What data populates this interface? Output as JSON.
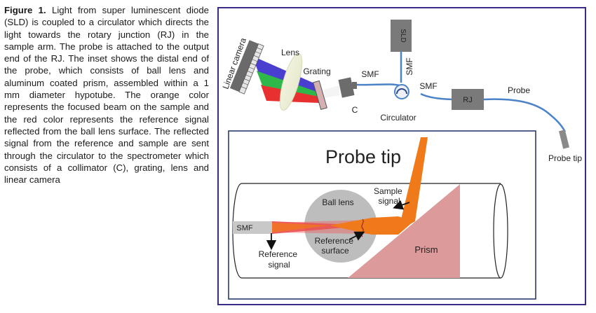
{
  "caption": {
    "label": "Figure 1.",
    "text": "Light from super luminescent diode (SLD) is coupled to a circulator which directs the light towards the rotary junction (RJ) in the sample arm. The probe is attached to the output end of the RJ. The inset shows the distal end of the probe, which consists of ball lens and aluminum coated prism, assembled within a 1 mm diameter hypotube. The orange color represents the focused beam on the sample and the red color represents the reference signal reflected from the ball lens surface. The reflected signal from the reference and sample are sent through the circulator to the spectrometer which consists of a collimator (C), grating, lens and linear camera"
  },
  "diagram": {
    "linear_camera": "Linear camera",
    "lens": "Lens",
    "grating": "Grating",
    "collimator": "C",
    "smf_left": "SMF",
    "sld": "SLD",
    "smf_vertical": "SMF",
    "smf_right": "SMF",
    "circulator": "Circulator",
    "rj": "RJ",
    "probe": "Probe",
    "probe_tip_outer": "Probe tip",
    "inset_title": "Probe tip",
    "smf_inset": "SMF",
    "ball_lens": "Ball lens",
    "sample_signal": "Sample\nsignal",
    "reference_surface": "Reference\nsurface",
    "reference_signal": "Reference\nsignal",
    "prism": "Prism"
  },
  "colors": {
    "frame": "#3a2a86",
    "fiber": "#4b82c8",
    "orange_beam": "#f07a1a",
    "red_beam": "#e83a3a",
    "prism": "#dc9a9a",
    "ball_lens": "#bdbdbd",
    "box_gray": "#7a7a7a"
  }
}
